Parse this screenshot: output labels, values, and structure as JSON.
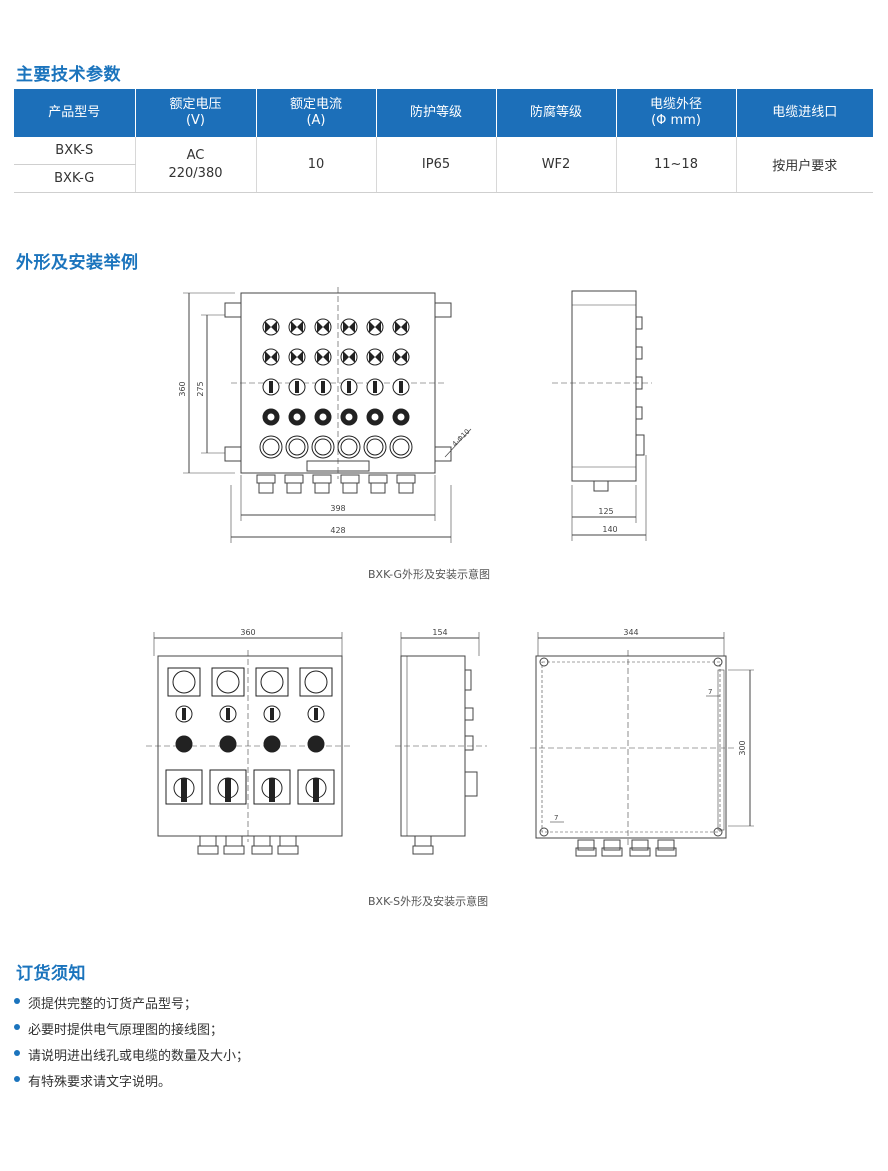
{
  "sections": {
    "spec_title": "主要技术参数",
    "outline_title": "外形及安装举例",
    "order_title": "订货须知"
  },
  "table": {
    "headers": [
      [
        "产品型号"
      ],
      [
        "额定电压",
        "(V)"
      ],
      [
        "额定电流",
        "(A)"
      ],
      [
        "防护等级"
      ],
      [
        "防腐等级"
      ],
      [
        "电缆外径",
        "(Φ mm)"
      ],
      [
        "电缆进线口"
      ]
    ],
    "models": [
      "BXK-S",
      "BXK-G"
    ],
    "voltage": [
      "AC",
      "220/380"
    ],
    "current": "10",
    "protection": "IP65",
    "anticorrosion": "WF2",
    "cable_diameter": "11~18",
    "cable_entry": "按用户要求"
  },
  "drawing_g": {
    "caption": "BXK-G外形及安装示意图",
    "dims": {
      "height": "360",
      "inner_height": "275",
      "inner_width": "398",
      "width": "428",
      "side_depth": "125",
      "side_depth_total": "140",
      "hole": "4-Φ10"
    }
  },
  "drawing_s": {
    "caption": "BXK-S外形及安装示意图",
    "dims": {
      "front_width": "360",
      "side_depth": "154",
      "back_width": "344",
      "back_height": "300",
      "offset_a": "7",
      "offset_b": "7"
    }
  },
  "order_notes": [
    "须提供完整的订货产品型号；",
    "必要时提供电气原理图的接线图；",
    "请说明进出线孔或电缆的数量及大小；",
    "有特殊要求请文字说明。"
  ],
  "colors": {
    "accent": "#1b74bd",
    "header_bg": "#1c6fb9"
  }
}
